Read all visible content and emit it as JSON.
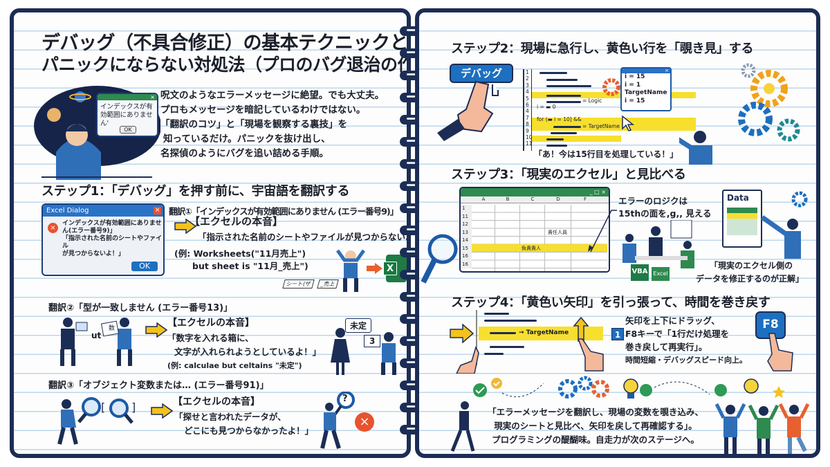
{
  "title": {
    "line1": "デバッグ（不具合修正）の基本テクニックと、",
    "line2": "パニックにならない対処法（プロのバグ退治の作法）"
  },
  "intro": {
    "dialog_text": "インデックスが有効範囲にありません'",
    "dialog_ok": "OK",
    "dialog_close": "×",
    "lines": [
      "呪文のようなエラーメッセージに絶望。でも大丈夫。",
      "プロもメッセージを暗記しているわけではない。",
      "「翻訳のコツ」と「現場を観察する裏技」を",
      "知っているだけ。パニックを抜け出し、",
      "名探偵のようにバグを追い詰める手順。"
    ]
  },
  "step1": {
    "heading": "ステップ1：「デバッグ」を押す前に、宇宙語を翻訳する",
    "dialog": {
      "title": "Excel Dialog",
      "close": "×",
      "message": [
        "インデックスが有効範囲にありませ",
        "ん(エラー番号9)」",
        "「指示された名前のシートやファイル",
        "が見つからないよ！」"
      ],
      "ok": "OK"
    },
    "translation1": {
      "label": "翻訳①「インデックスが有効範囲にありません (エラー番号9)」",
      "honne_title": "【エクセルの本音】",
      "honne": "「指示された名前のシートやファイルが見つからないよ！」",
      "example": [
        "(例: Worksheets(\"11月売上\")",
        "but sheet is \"11月_売上\")"
      ],
      "tags": [
        "シート(ザ",
        "_売上"
      ],
      "excel_letter": "X"
    },
    "translation2": {
      "label": "翻訳②「型が一致しません (エラー番号13)」",
      "honne_title": "【エクセルの本音】",
      "honne": [
        "「数字を入れる箱に、",
        "文字が入れられようとしているよ！」"
      ],
      "example": "(例: calculae but celtains \"未定\")",
      "sign_text": "ut",
      "card_text": "数",
      "bubble": "未定",
      "box": "3"
    },
    "translation3": {
      "label": "翻訳③「オブジェクト変数または… (エラー番号91)」",
      "honne_title": "【エクセルの本音】",
      "honne": [
        "「探せと言われたデータが、",
        "どこにも見つからなかったよ！」"
      ],
      "question": "?"
    }
  },
  "step2": {
    "heading": "ステップ2：現場に急行し、黄色い行を「覗き見」する",
    "debug_button": "デバッグ",
    "line_numbers": [
      "1",
      "2",
      "3",
      "4",
      "5",
      "6",
      "4",
      "7",
      "8",
      "9",
      "10",
      "11"
    ],
    "code_snippets": [
      "= Logic",
      "i = ▬ 0",
      "for (▬ i = 10] &&",
      "= TargetName"
    ],
    "watch": {
      "close": "×",
      "values": [
        "i = 15",
        "i = 1",
        "TargetName",
        "i = 15"
      ]
    },
    "quote": "「あ！今は15行目を処理している！」"
  },
  "step3": {
    "heading": "ステップ3：「現実のエクセル」と見比べる",
    "columns": [
      "A",
      "B",
      "C",
      "D",
      "F"
    ],
    "rows": [
      "1",
      "11",
      "12",
      "13",
      "14",
      "15",
      "16",
      "16"
    ],
    "cell_d13": "責任人員",
    "cell_c15": "負責責人",
    "window_controls": "_ □ ×",
    "annotation": [
      "エラーのロジクは",
      "15thの面を,g,, 見える"
    ],
    "data_label": "Data",
    "vba_label": "VBA",
    "excel_label": "Excel",
    "quote": [
      "「現実のエクセル側の",
      "データを修正するのが正解」"
    ]
  },
  "step4": {
    "heading": "ステップ4：「黄色い矢印」を引っ張って、時間を巻き戻す",
    "code_text": "→ TargetName",
    "badge": "1",
    "key": "F8",
    "text": [
      "矢印を上下にドラッグ、",
      "F8キーで「1行だけ処理を",
      "巻き戻して再実行」。",
      "時間短縮・デバッグスピード向上。"
    ]
  },
  "summary": {
    "lines": [
      "「エラーメッセージを翻訳し、現場の変数を覗き込み、",
      "現実のシートと見比べ、矢印を戻して再確認する」。",
      "プログラミングの醍醐味。自走力が次のステージへ。"
    ]
  },
  "colors": {
    "navy": "#1c2d55",
    "blue": "#1d6fc0",
    "yellow": "#f7df2e",
    "green": "#1f7a45",
    "red": "#e8532f"
  }
}
